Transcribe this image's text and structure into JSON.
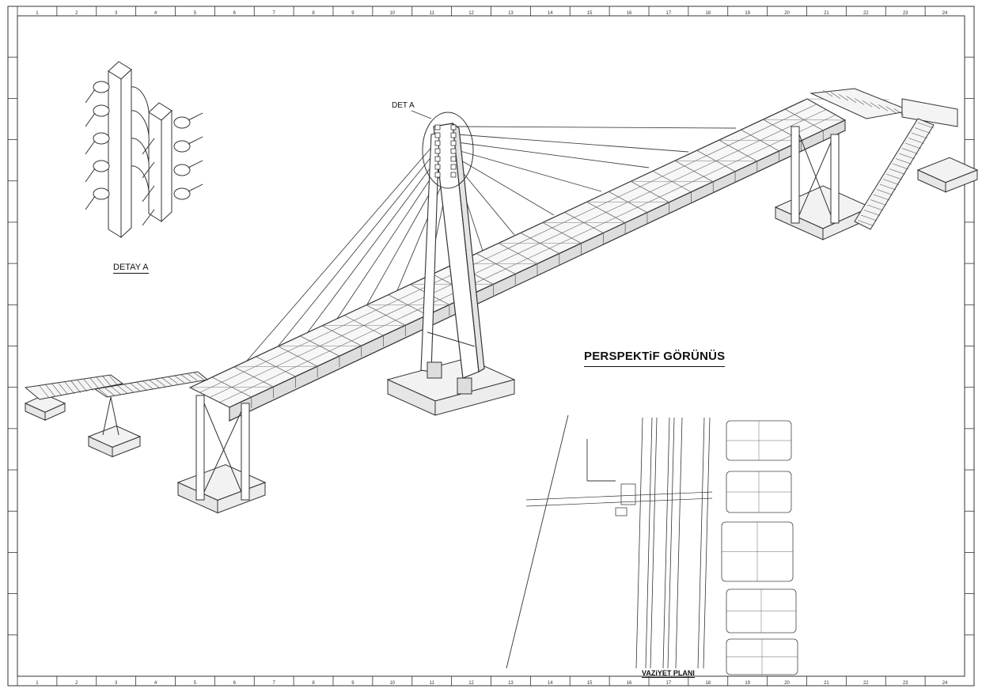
{
  "drawing": {
    "title": "PERSPEKTiF GÖRÜNÜS",
    "detail_callout": "DET A",
    "detail_title": "DETAY A",
    "site_plan_title": "VAZiYET PLANI"
  },
  "border": {
    "column_numbers": [
      "1",
      "2",
      "3",
      "4",
      "5",
      "6",
      "7",
      "8",
      "9",
      "10",
      "11",
      "12",
      "13",
      "14",
      "15",
      "16",
      "17",
      "18",
      "19",
      "20",
      "21",
      "22",
      "23",
      "24"
    ]
  },
  "colors": {
    "line": "#333333",
    "paper": "#ffffff"
  }
}
